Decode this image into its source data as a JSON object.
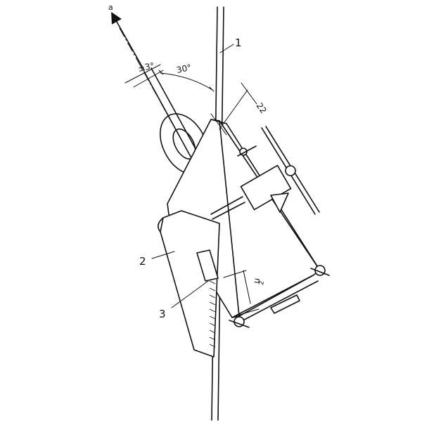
{
  "diagram": {
    "direction_label": "a",
    "angle_tolerance": "±3°",
    "angle_label": "30°",
    "dimension_top": "22",
    "dimension_side": "u",
    "dimension_side_sub": "2",
    "callouts": [
      "1",
      "2",
      "3"
    ]
  }
}
